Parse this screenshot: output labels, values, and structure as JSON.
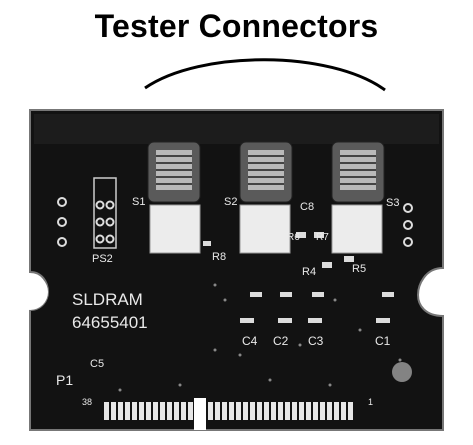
{
  "heading": "Tester Connectors",
  "board": {
    "name": "SLDRAM",
    "part_number": "64655401",
    "connector_labels": [
      "S1",
      "S2",
      "S3"
    ],
    "component_labels": [
      "PS2",
      "C8",
      "R6",
      "R7",
      "R8",
      "R4",
      "R5",
      "C4",
      "C2",
      "C3",
      "C1",
      "C5",
      "P1"
    ],
    "pin_labels": [
      "38",
      "1"
    ]
  }
}
